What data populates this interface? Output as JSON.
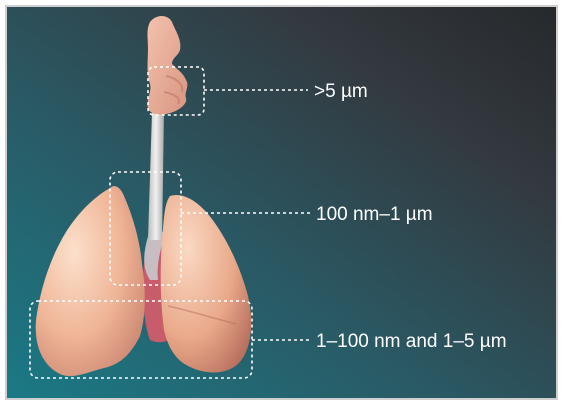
{
  "labels": {
    "upper_airway": ">5 µm",
    "trachea_bronchi": "100 nm–1 µm",
    "alveoli": "1–100 nm and 1–5 µm"
  },
  "colors": {
    "background_dark": "#2b2f33",
    "background_teal": "#1f6f7c",
    "lung_light": "#f6cdb0",
    "lung_mid": "#e9a888",
    "lung_shadow": "#c98471",
    "trachea": "#d8d8d8",
    "dashed_box": "#ffffff"
  }
}
